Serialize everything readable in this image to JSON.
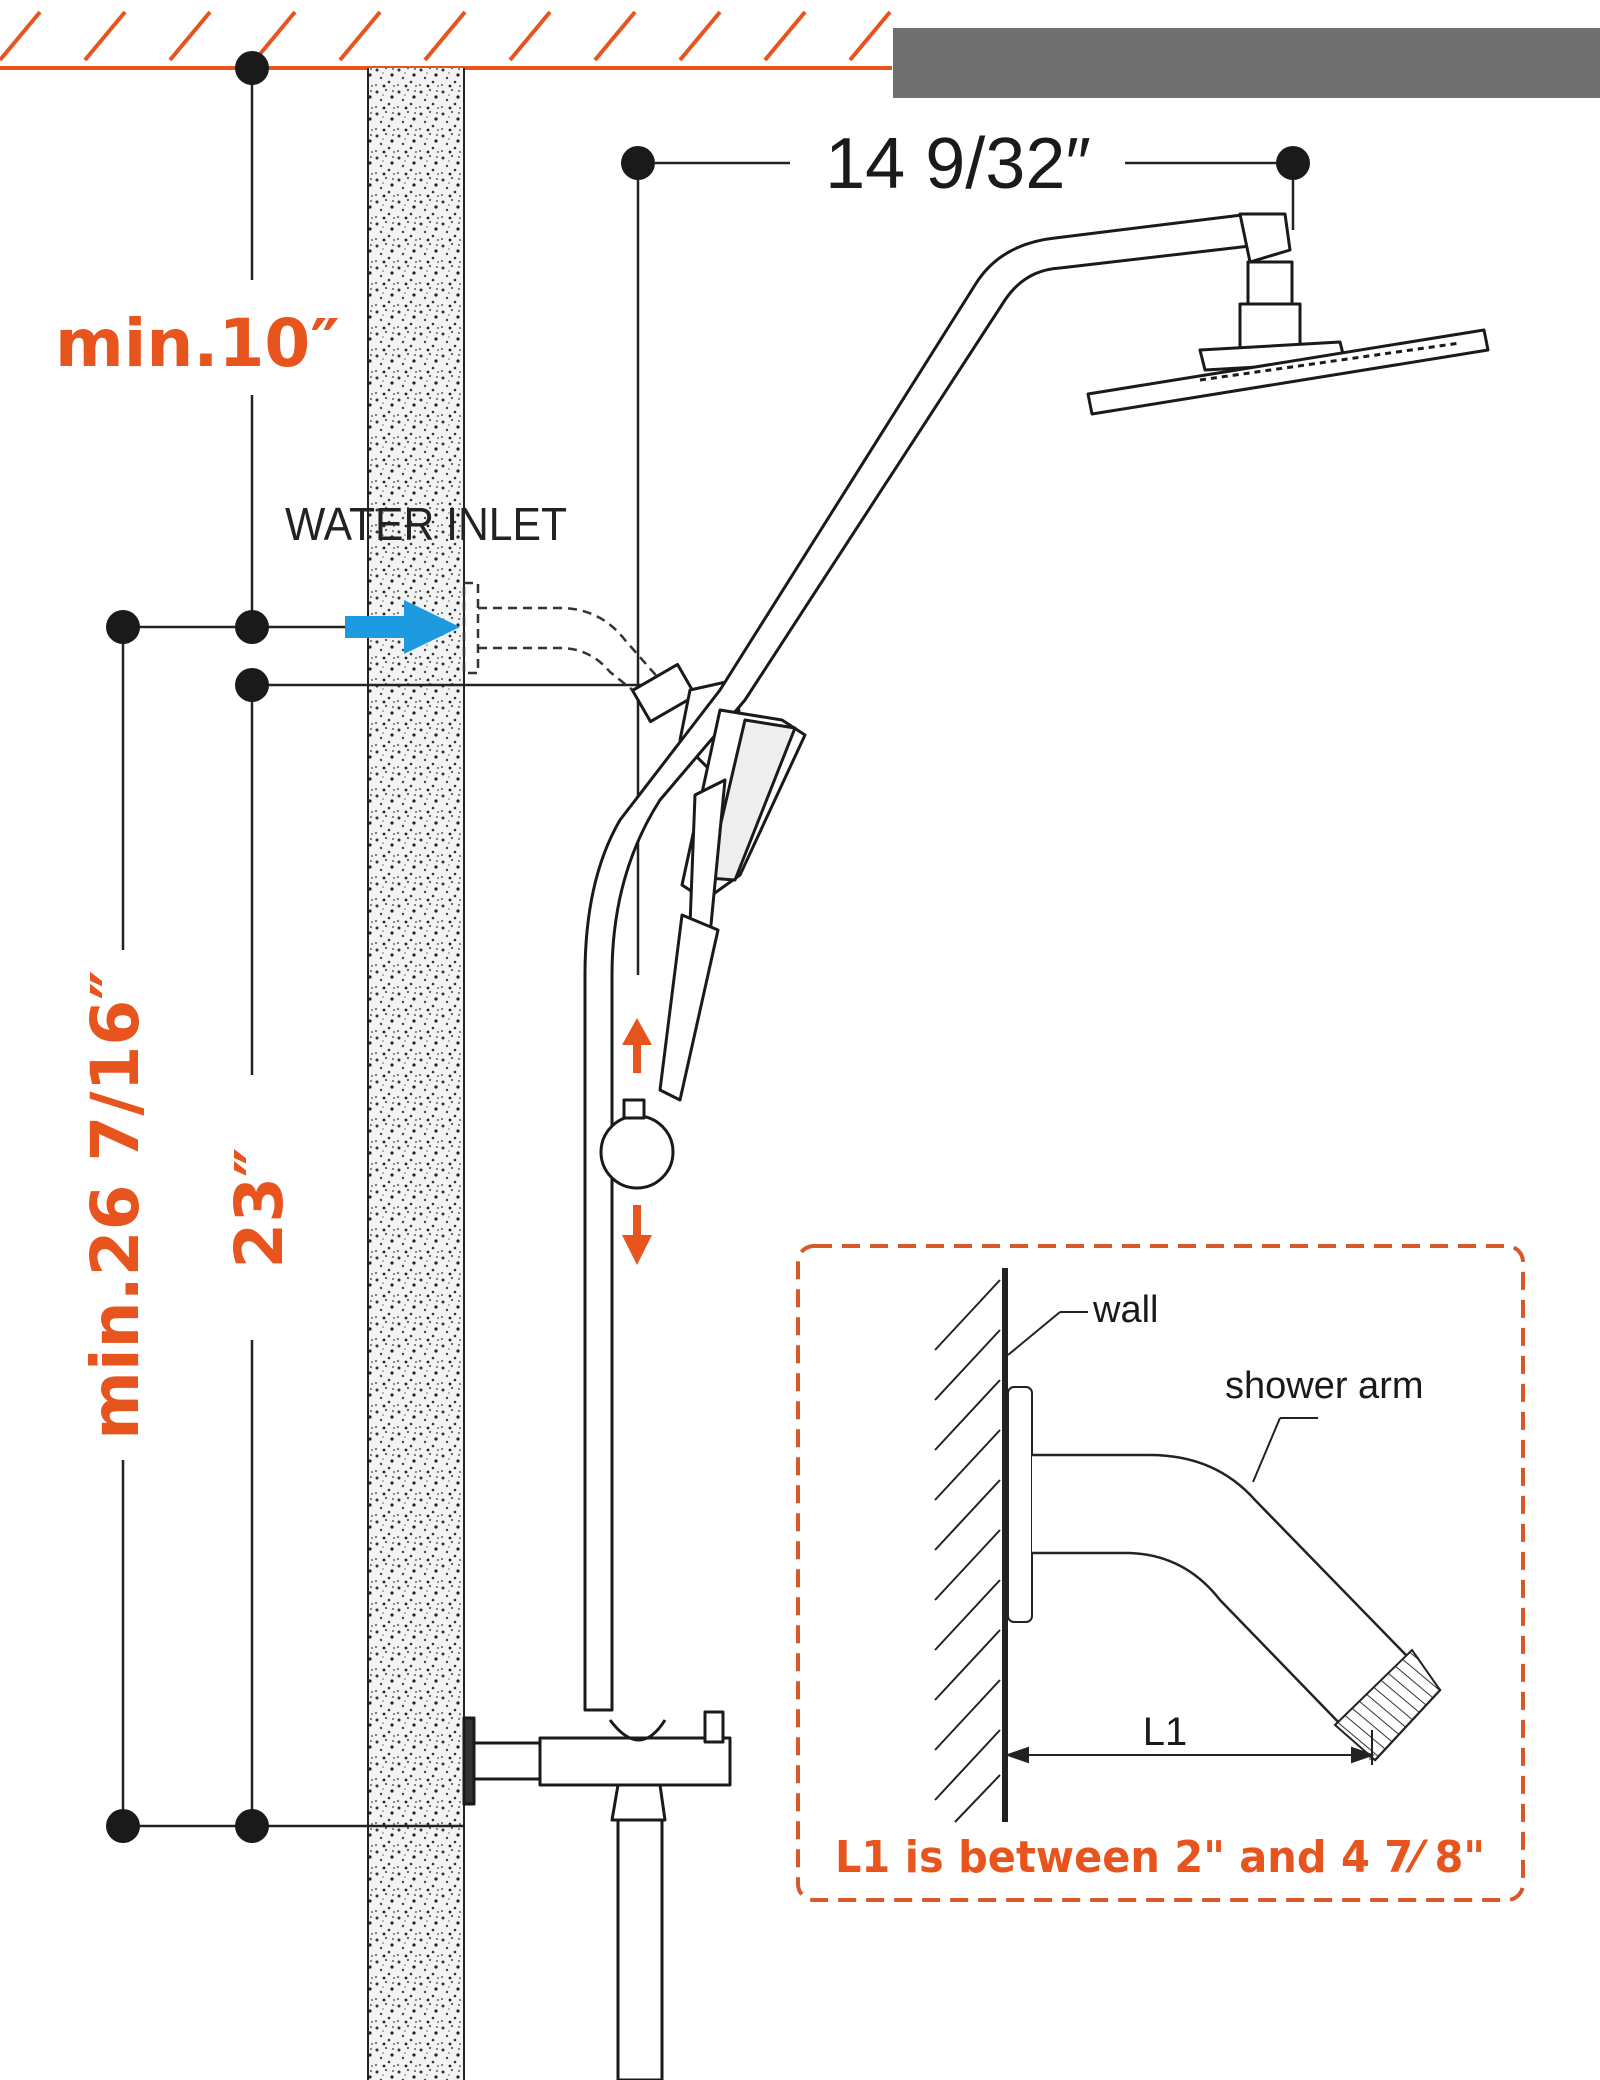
{
  "colors": {
    "accent": "#E8541E",
    "line": "#222222",
    "water": "#1E9BE0",
    "ceiling_panel": "#707070",
    "wall_texture": "#555555"
  },
  "labels": {
    "min_ceiling": "min.10″",
    "water_inlet": "WATER INLET",
    "arm_length": "14 9/32″",
    "min_height": "min.26 7/16″",
    "bar_length": "23″"
  },
  "inset": {
    "wall_label": "wall",
    "arm_label": "shower arm",
    "length_label": "L1",
    "caption": "L1 is between 2\" and 4 7⁄ 8\""
  },
  "icons": {
    "water_flow": "blue-arrow-right",
    "slide_up": "orange-arrow-up",
    "slide_down": "orange-arrow-down"
  }
}
